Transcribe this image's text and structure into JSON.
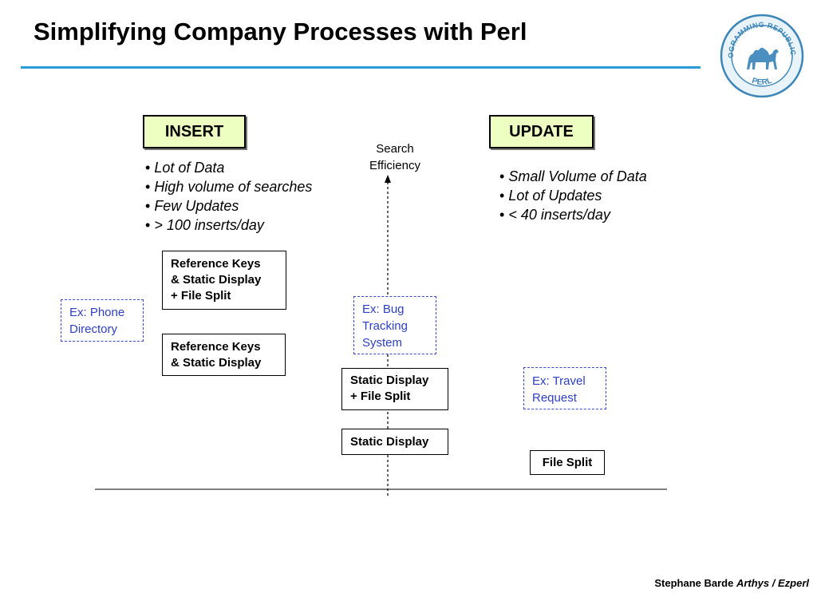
{
  "slide": {
    "title": "Simplifying Company Processes with Perl"
  },
  "logo": {
    "icon": "perl-camel-seal-icon",
    "top_text": "PROGRAMMING REPUBLIC OF",
    "bottom_text": "PERL"
  },
  "columns": {
    "insert": {
      "heading": "INSERT",
      "bullets": [
        "Lot of Data",
        "High volume of searches",
        "Few Updates",
        "> 100 inserts/day"
      ]
    },
    "update": {
      "heading": "UPDATE",
      "bullets": [
        "Small Volume of Data",
        "Lot of Updates",
        "< 40 inserts/day"
      ]
    }
  },
  "axis": {
    "label_line1": "Search",
    "label_line2": "Efficiency"
  },
  "methods": {
    "ref_static_split": [
      "Reference Keys",
      "& Static Display",
      "+ File Split"
    ],
    "ref_static": [
      "Reference Keys",
      "& Static Display"
    ],
    "static_split": [
      "Static Display",
      "+ File Split"
    ],
    "static": "Static Display",
    "file_split": "File Split"
  },
  "examples": {
    "phone": [
      "Ex: Phone",
      "Directory"
    ],
    "bug": [
      "Ex: Bug",
      "Tracking",
      "System"
    ],
    "travel": [
      "Ex: Travel",
      "Request"
    ]
  },
  "footer": {
    "author": "Stephane Barde",
    "company": "Arthys / Ezperl"
  },
  "colors": {
    "title_rule": "#2b9bd8",
    "header_fill": "#eeffc2",
    "example_text": "#2d3fc2"
  }
}
